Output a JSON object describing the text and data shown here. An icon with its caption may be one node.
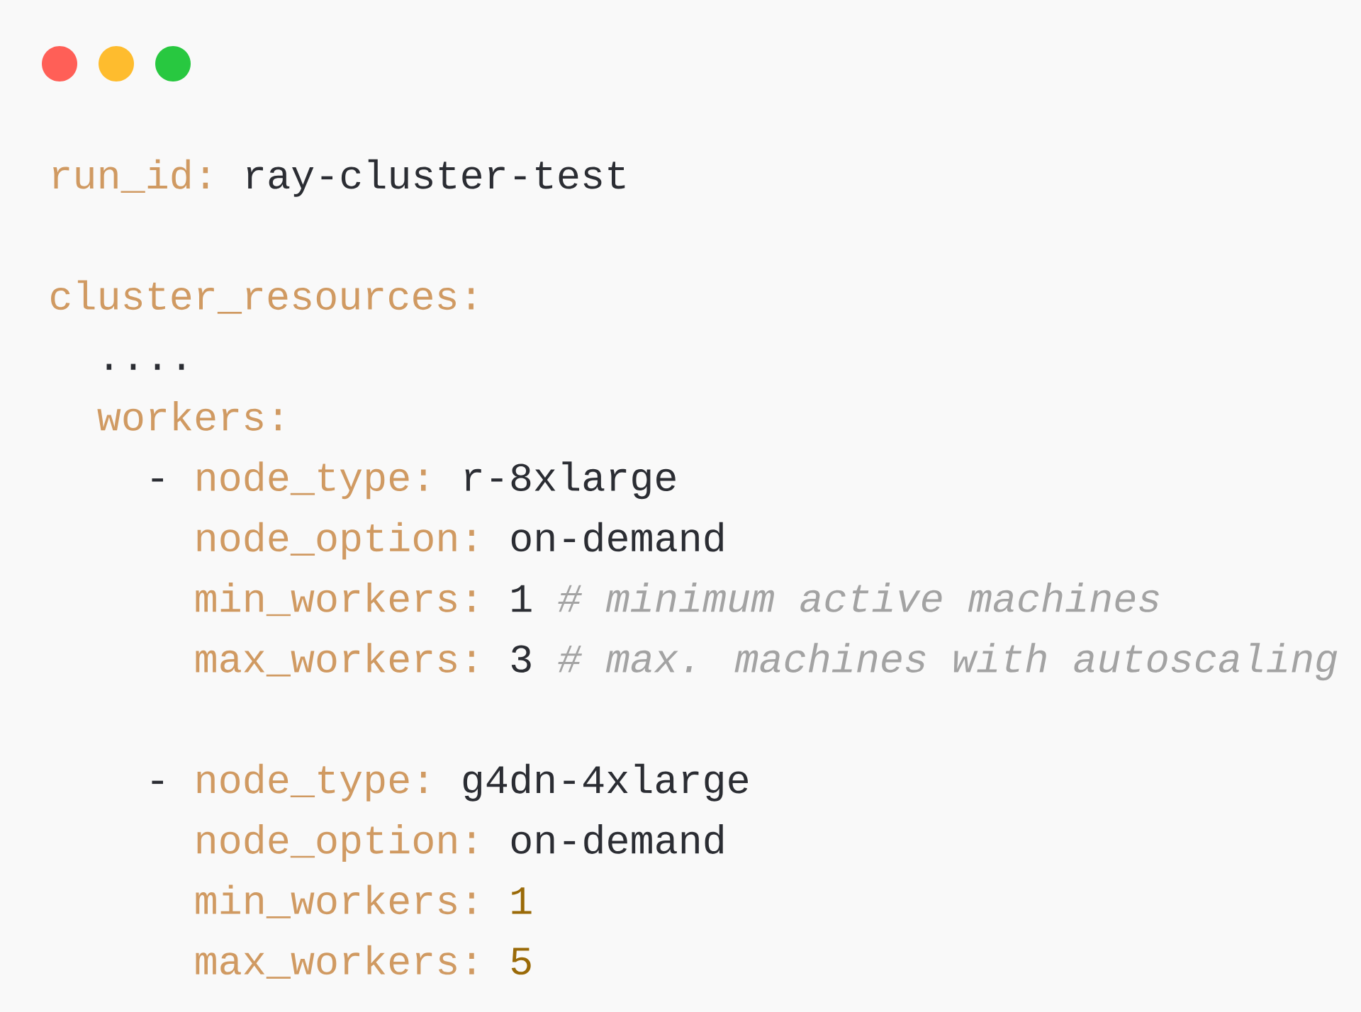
{
  "diagram": {
    "labels": [
      "run_id:",
      "ray-cluster-test",
      "cluster_resources:",
      "....",
      "workers:",
      "-",
      "node_type:",
      "r-8xlarge",
      "node_option:",
      "on-demand",
      "min_workers:",
      "1",
      "# minimum active machines",
      "max_workers:",
      "3",
      "# max. machines with autoscaling",
      "-",
      "node_type:",
      "g4dn-4xlarge",
      "node_option:",
      "on-demand",
      "min_workers:",
      "1",
      "max_workers:",
      "5"
    ]
  }
}
